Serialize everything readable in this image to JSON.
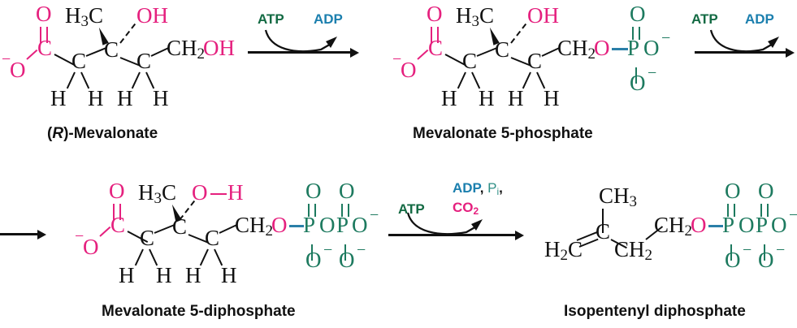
{
  "figure": {
    "title": "Mevalonate pathway to isopentenyl diphosphate",
    "colors": {
      "carbon_black": "#111111",
      "oxygen_pink": "#e5207e",
      "phosphate_green": "#1d7a5f",
      "bond_teal": "#2a7fa8",
      "atp_green": "#136a43",
      "adp_blue": "#1b7fae",
      "pi_teal": "#2f8f86",
      "co2_pink": "#e5207e",
      "background": "#ffffff"
    }
  },
  "structures": [
    {
      "id": "mevalonate",
      "caption_prefix": "(",
      "caption_italic": "R",
      "caption_suffix": ")-Mevalonate",
      "caption_full": "(R)-Mevalonate",
      "atoms": {
        "carboxyl_O_double": "O",
        "carboxyl_O_minus": "O",
        "carboxyl_O_charge": "−",
        "carboxyl_C": "C",
        "methyl": "H3C",
        "methyl_main": "H",
        "methyl_sub": "3",
        "methyl_tail": "C",
        "hydroxyl": "OH",
        "c3": "C",
        "c2": "C",
        "c4": "C",
        "c5": "CH2",
        "c5_main": "CH",
        "c5_sub": "2",
        "terminal_OH": "OH",
        "h1": "H",
        "h2": "H",
        "h3": "H",
        "h4": "H"
      }
    },
    {
      "id": "mevalonate-5-phosphate",
      "caption_full": "Mevalonate 5-phosphate",
      "atoms": {
        "carboxyl_O_double": "O",
        "carboxyl_O_minus": "O",
        "carboxyl_C": "C",
        "methyl_main": "H",
        "methyl_sub": "3",
        "methyl_tail": "C",
        "hydroxyl": "OH",
        "c3": "C",
        "c2": "C",
        "c4": "C",
        "c5_main": "CH",
        "c5_sub": "2",
        "ester_O": "O",
        "P": "P",
        "p_O_double": "O",
        "p_O_right": "O",
        "p_O_right_charge": "−",
        "p_O_bottom": "O",
        "p_O_bottom_charge": "−",
        "h1": "H",
        "h2": "H",
        "h3": "H",
        "h4": "H"
      }
    },
    {
      "id": "mevalonate-5-diphosphate",
      "caption_full": "Mevalonate 5-diphosphate",
      "atoms": {
        "carboxyl_O_double": "O",
        "carboxyl_O_minus": "O",
        "carboxyl_C": "C",
        "methyl_main": "H",
        "methyl_sub": "3",
        "methyl_tail": "C",
        "hydroxyl_O": "O",
        "hydroxyl_H": "H",
        "c3": "C",
        "c2": "C",
        "c4": "C",
        "c5_main": "CH",
        "c5_sub": "2",
        "ester_O": "O",
        "P1": "P",
        "bridge_O": "O",
        "P2": "P",
        "p1_O_double": "O",
        "p2_O_double": "O",
        "terminal_O": "O",
        "terminal_charge": "−",
        "p1_O_bottom": "O",
        "p1_bottom_charge": "−",
        "p2_O_bottom": "O",
        "p2_bottom_charge": "−",
        "h1": "H",
        "h2": "H",
        "h3": "H",
        "h4": "H"
      }
    },
    {
      "id": "isopentenyl-diphosphate",
      "caption_full": "Isopentenyl diphosphate",
      "atoms": {
        "methyl_main": "CH",
        "methyl_sub": "3",
        "vinyl_main": "H",
        "vinyl_sub": "2",
        "vinyl_tail": "C",
        "c2": "C",
        "ch2_a_main": "CH",
        "ch2_a_sub": "2",
        "ch2_b_main": "CH",
        "ch2_b_sub": "2",
        "ester_O": "O",
        "P1": "P",
        "bridge_O": "O",
        "P2": "P",
        "p1_O_double": "O",
        "p2_O_double": "O",
        "terminal_O": "O",
        "terminal_charge": "−",
        "p1_O_bottom": "O",
        "p1_bottom_charge": "−",
        "p2_O_bottom": "O",
        "p2_bottom_charge": "−"
      }
    }
  ],
  "reactions": [
    {
      "id": "rxn1",
      "substrate_in": "ATP",
      "product_out": "ADP",
      "extra_out": "",
      "extra_out2": ""
    },
    {
      "id": "rxn2",
      "substrate_in": "ATP",
      "product_out": "ADP",
      "extra_out": "",
      "extra_out2": ""
    },
    {
      "id": "rxn3",
      "substrate_in": "ATP",
      "product_out": "ADP",
      "extra_out_label": "P",
      "extra_out_sub": "i",
      "extra_out2_main": "CO",
      "extra_out2_sub": "2",
      "comma1": ", ",
      "comma2": ","
    }
  ]
}
